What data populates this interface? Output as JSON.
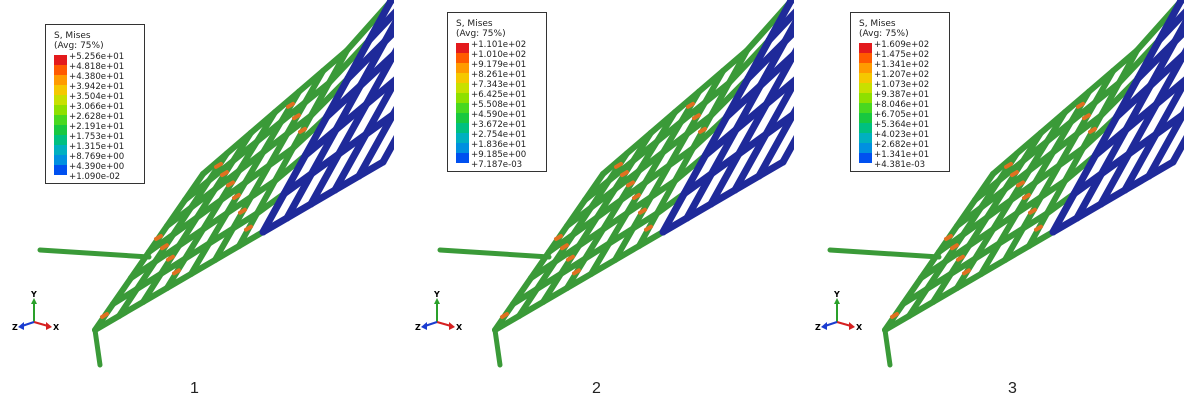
{
  "colors": {
    "scale": [
      "#e31a1c",
      "#ff5a00",
      "#ff9b00",
      "#f5c800",
      "#c8e000",
      "#8ee000",
      "#48d820",
      "#18c840",
      "#00c080",
      "#00b0c0",
      "#0090e0",
      "#0050f0",
      "#0010ff"
    ],
    "low_stress": "#1f2a9a",
    "mid_stress": "#3a9a38",
    "high_stress": "#e07020"
  },
  "panels": [
    {
      "label": "1",
      "legend_title": "S, Mises",
      "legend_subtitle": "(Avg: 75%)",
      "legend_values": [
        "+5.256e+01",
        "+4.818e+01",
        "+4.380e+01",
        "+3.942e+01",
        "+3.504e+01",
        "+3.066e+01",
        "+2.628e+01",
        "+2.191e+01",
        "+1.753e+01",
        "+1.315e+01",
        "+8.769e+00",
        "+4.390e+00",
        "+1.090e-02"
      ]
    },
    {
      "label": "2",
      "legend_title": "S, Mises",
      "legend_subtitle": "(Avg: 75%)",
      "legend_values": [
        "+1.101e+02",
        "+1.010e+02",
        "+9.179e+01",
        "+8.261e+01",
        "+7.343e+01",
        "+6.425e+01",
        "+5.508e+01",
        "+4.590e+01",
        "+3.672e+01",
        "+2.754e+01",
        "+1.836e+01",
        "+9.185e+00",
        "+7.187e-03"
      ]
    },
    {
      "label": "3",
      "legend_title": "S, Mises",
      "legend_subtitle": "(Avg: 75%)",
      "legend_values": [
        "+1.609e+02",
        "+1.475e+02",
        "+1.341e+02",
        "+1.207e+02",
        "+1.073e+02",
        "+9.387e+01",
        "+8.046e+01",
        "+6.705e+01",
        "+5.364e+01",
        "+4.023e+01",
        "+2.682e+01",
        "+1.341e+01",
        "+4.381e-03"
      ]
    }
  ],
  "triad": {
    "y": "Y",
    "x": "X",
    "z": "Z"
  }
}
